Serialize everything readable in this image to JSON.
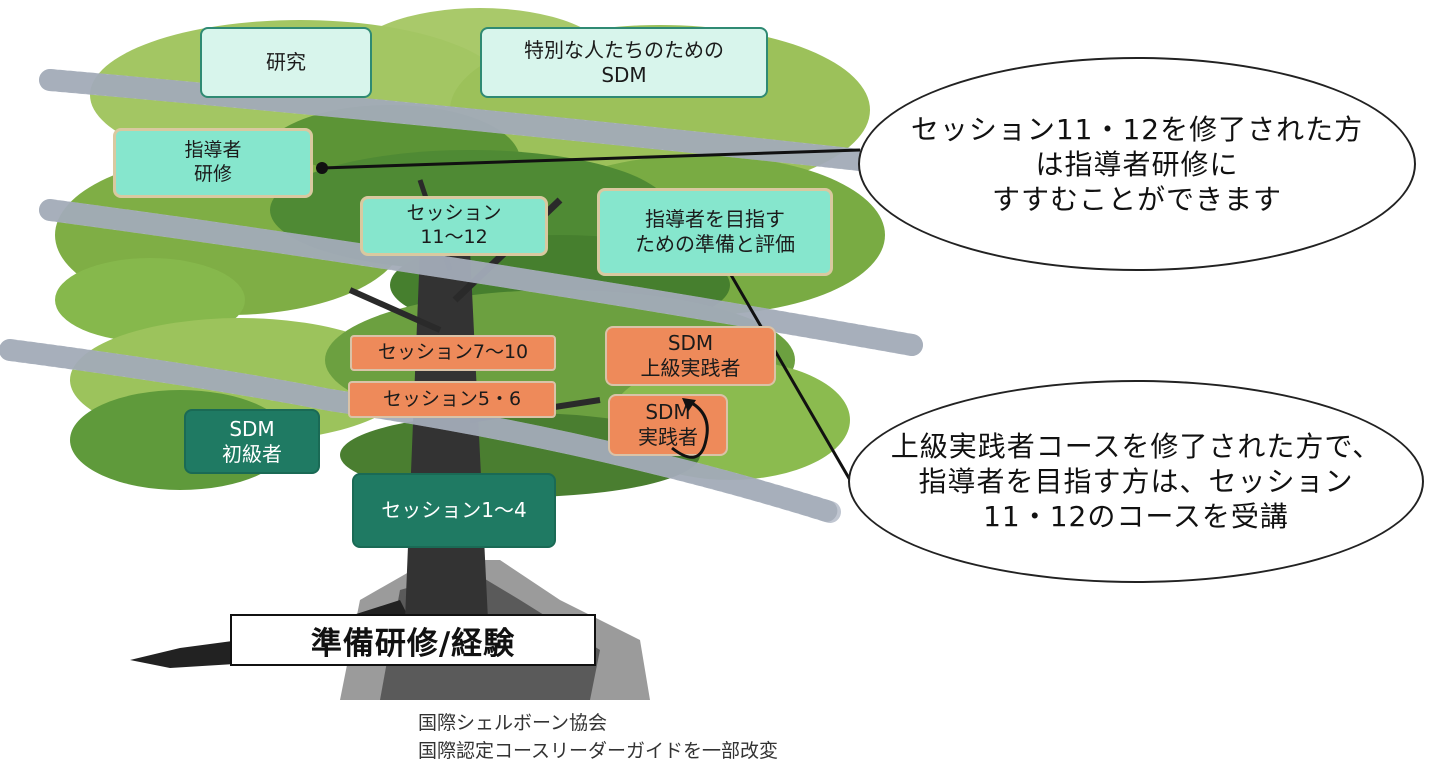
{
  "boxes": {
    "research": {
      "lines": [
        "研究"
      ]
    },
    "special_sdm": {
      "lines": [
        "特別な人たちのための",
        "SDM"
      ]
    },
    "instructor_training": {
      "lines": [
        "指導者",
        "研修"
      ]
    },
    "session_11_12": {
      "lines": [
        "セッション",
        "11〜12"
      ]
    },
    "instructor_prep": {
      "lines": [
        "指導者を目指す",
        "ための準備と評価"
      ]
    },
    "session_7_10": {
      "lines": [
        "セッション7〜10"
      ]
    },
    "session_5_6": {
      "lines": [
        "セッション5・6"
      ]
    },
    "sdm_advanced": {
      "lines": [
        "SDM",
        "上級実践者"
      ]
    },
    "sdm_practitioner": {
      "lines": [
        "SDM",
        "実践者"
      ]
    },
    "sdm_beginner": {
      "lines": [
        "SDM",
        "初級者"
      ]
    },
    "session_1_4": {
      "lines": [
        "セッション1〜4"
      ]
    }
  },
  "base_label": "準備研修/経験",
  "callouts": {
    "top": {
      "lines": [
        "セッション11・12を修了された方",
        "は指導者研修に",
        "すすむことができます"
      ]
    },
    "bottom": {
      "lines": [
        "上級実践者コースを修了された方で、",
        "指導者を目指す方は、セッション",
        "11・12のコースを受講"
      ]
    }
  },
  "caption": {
    "lines": [
      "国際シェルボーン協会",
      "国際認定コースリーダーガイドを一部改変"
    ]
  },
  "colors": {
    "light_box": "#d8f5ec",
    "mint_box": "#86e6cd",
    "orange_box": "#ee8a5a",
    "dark_box": "#1f7a63",
    "band": "#b9c0cc"
  }
}
